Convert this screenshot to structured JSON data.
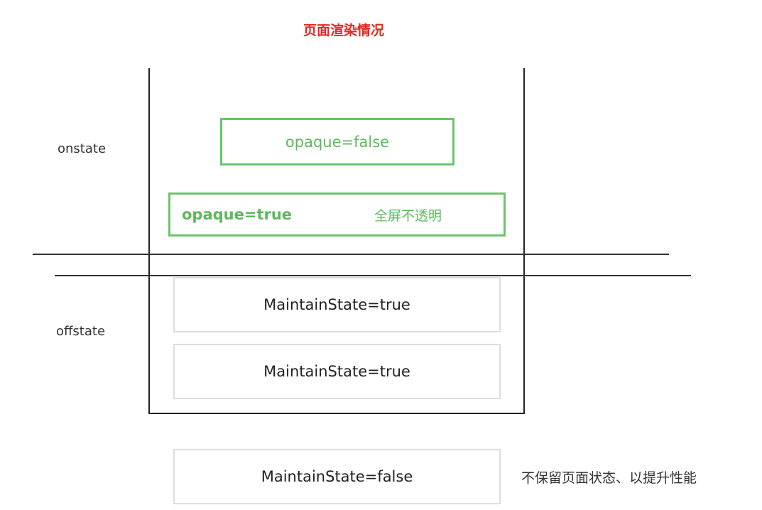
{
  "title": "页面渲染情况",
  "labels": {
    "onstate": "onstate",
    "offstate": "offstate"
  },
  "onstage_boxes": {
    "opaque_false": "opaque=false",
    "opaque_true": "opaque=true",
    "opaque_true_note": "全屏不透明"
  },
  "offstage_boxes": [
    {
      "label": "MaintainState=true"
    },
    {
      "label": "MaintainState=true"
    }
  ],
  "outside_box": {
    "label": "MaintainState=false",
    "note": "不保留页面状态、以提升性能"
  },
  "colors": {
    "title": "#e8261f",
    "opaque_border": "#6cc46a",
    "opaque_text": "#5cb85c",
    "grey_border": "#dddddd",
    "line": "#222222"
  }
}
